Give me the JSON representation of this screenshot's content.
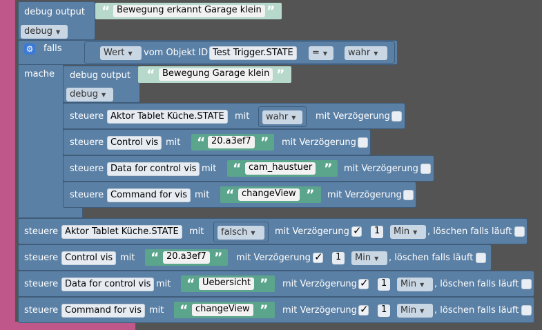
{
  "debug1": {
    "label": "debug output",
    "text": "Bewegung erkannt Garage klein",
    "level": "debug"
  },
  "if_block": {
    "falls": "falls",
    "mache": "mache",
    "wert": "Wert",
    "vom_objekt": "vom Objekt ID",
    "object_id": "Test Trigger.STATE",
    "op": "=",
    "value": "wahr"
  },
  "debug2": {
    "label": "debug output",
    "text": "Bewegung Garage klein",
    "level": "debug"
  },
  "inner": [
    {
      "steuere": "steuere",
      "target": "Aktor Tablet Küche.STATE",
      "mit": "mit",
      "value": "wahr",
      "delay": "mit Verzögerung"
    },
    {
      "steuere": "steuere",
      "target": "Control vis",
      "mit": "mit",
      "value": "20.a3ef7",
      "delay": "mit Verzögerung"
    },
    {
      "steuere": "steuere",
      "target": "Data for control vis",
      "mit": "mit",
      "value": "cam_haustuer",
      "delay": "mit Verzögerung"
    },
    {
      "steuere": "steuere",
      "target": "Command for vis",
      "mit": "mit",
      "value": "changeView",
      "delay": "mit Verzögerung"
    }
  ],
  "outer": [
    {
      "steuere": "steuere",
      "target": "Aktor Tablet Küche.STATE",
      "mit": "mit",
      "value": "falsch",
      "delay": "mit Verzögerung",
      "num": "1",
      "unit": "Min",
      "cancel": ", löschen falls läuft"
    },
    {
      "steuere": "steuere",
      "target": "Control vis",
      "mit": "mit",
      "value": "20.a3ef7",
      "delay": "mit Verzögerung",
      "num": "1",
      "unit": "Min",
      "cancel": ", löschen falls läuft"
    },
    {
      "steuere": "steuere",
      "target": "Data for control vis",
      "mit": "mit",
      "value": "Uebersicht",
      "delay": "mit Verzögerung",
      "num": "1",
      "unit": "Min",
      "cancel": ", löschen falls läuft"
    },
    {
      "steuere": "steuere",
      "target": "Command for vis",
      "mit": "mit",
      "value": "changeView",
      "delay": "mit Verzögerung",
      "num": "1",
      "unit": "Min",
      "cancel": ", löschen falls läuft"
    }
  ],
  "glyphs": {
    "open_quote": "“",
    "close_quote": "”",
    "arrow": "▼",
    "gear": "⚙"
  },
  "colors": {
    "workspace": "#545454",
    "event_block": "#c0578a",
    "action_block": "#5b80a5",
    "string_block": "#5ba58c",
    "string_light": "#b6d9cc"
  }
}
